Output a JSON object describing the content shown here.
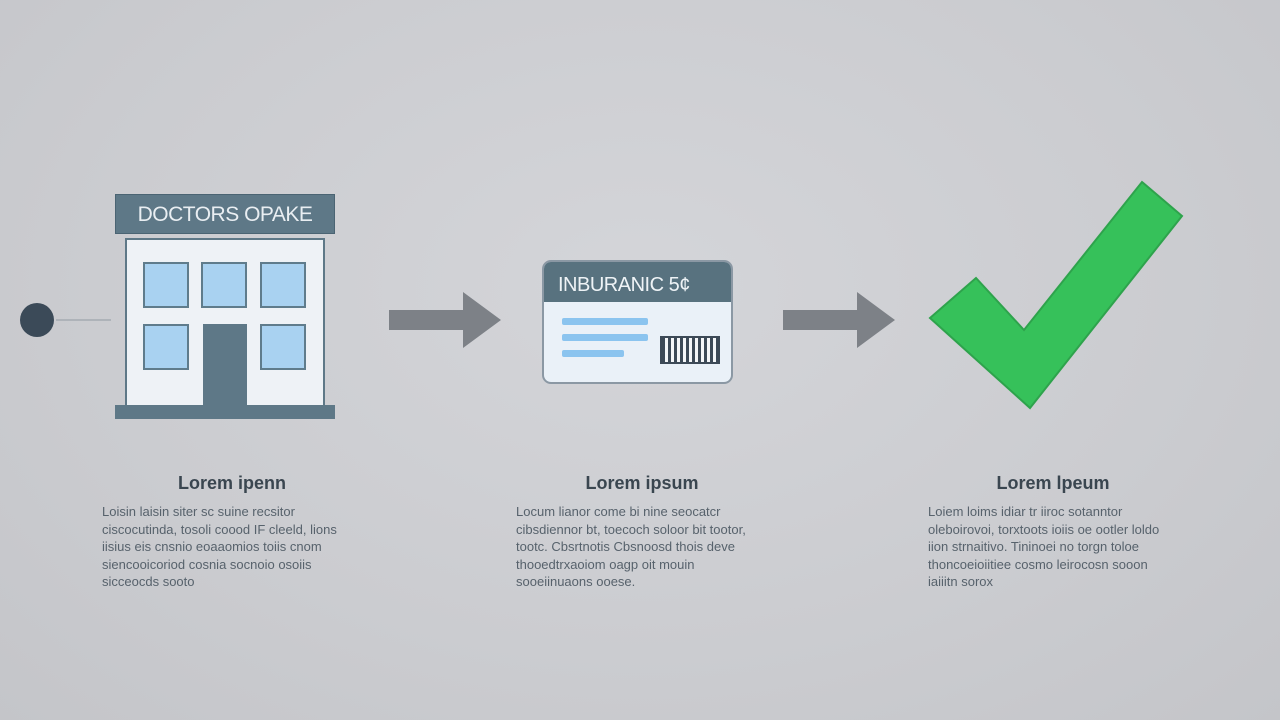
{
  "steps": [
    {
      "sign_text": "DOCTORS OPAKE",
      "title": "Lorem ipenn",
      "body": "Loisin laisin siter sc suine recsitor ciscocutinda, tosoli coood IF cleeld, lions iisius eis cnsnio eoaaomios toiis cnom siencooicoriod cosnia socnoio osoiis sicceocds sooto"
    },
    {
      "card_text": "INBURANIC 5¢",
      "title": "Lorem ipsum",
      "body": "Locum lianor come bi nine seocatcr cibsdiennor bt, toecoch soloor bit tootor, tootc. Cbsrtnotis Cbsnoosd thois deve thooedtrxaoiom oagp oit mouin sooeiinuaons ooese."
    },
    {
      "title": "Lorem lpeum",
      "body": "Loiem loims idiar tr iiroc sotanntor oleboirovoi, torxtoots ioiis oe ootler loldo iion strnaitivo. Tininoei no torgn toloe thoncoeioiitiee cosmo leirocosn sooon iaiiitn sorox"
    }
  ],
  "colors": {
    "accent_dark": "#5e7887",
    "window_blue": "#a9d2f1",
    "arrow_gray": "#7d8187",
    "check_green": "#36c15a"
  }
}
